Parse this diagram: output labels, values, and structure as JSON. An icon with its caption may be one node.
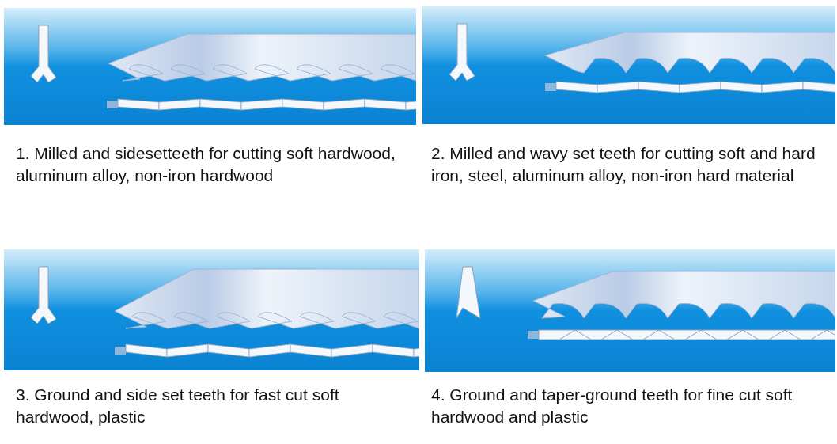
{
  "diagram": {
    "labels": [
      "1. Milled and sidesetteeth for cutting soft hardwood, aluminum alloy, non-iron hardwood",
      "2. Milled and wavy set teeth for cutting soft and hard iron, steel, aluminum alloy, non-iron hard material",
      "3. Ground and side set teeth for fast cut soft hardwood, plastic",
      "4. Ground and taper-ground teeth for fine cut soft hardwood and plastic"
    ]
  }
}
